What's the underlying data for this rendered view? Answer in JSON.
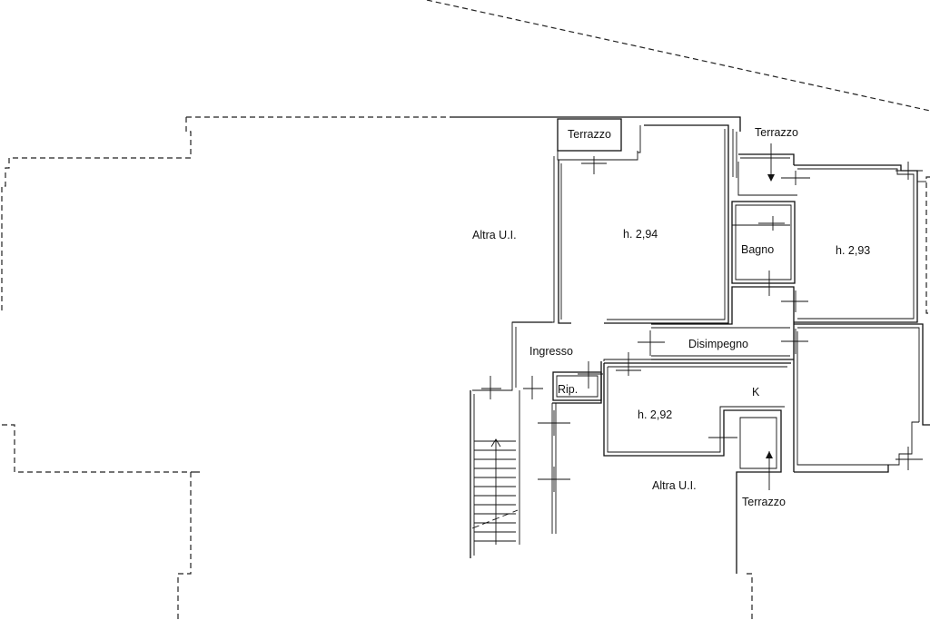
{
  "labels": {
    "terrazzo_top": "Terrazzo",
    "terrazzo_right": "Terrazzo",
    "terrazzo_bottom": "Terrazzo",
    "altra_left": "Altra U.I.",
    "altra_bottom": "Altra U.I.",
    "height_living": "h. 2,94",
    "height_bedroom": "h. 2,93",
    "height_kitchen": "h. 2,92",
    "bagno": "Bagno",
    "ingresso": "Ingresso",
    "disimpegno": "Disimpegno",
    "ripostiglio": "Rip.",
    "kitchen": "K"
  }
}
